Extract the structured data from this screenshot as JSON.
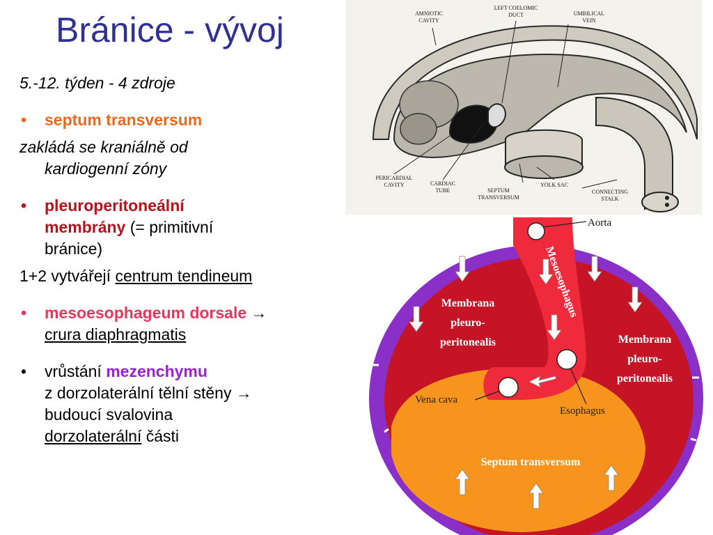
{
  "slide": {
    "title": "Bránice - vývoj",
    "subtitle": "5.-12. týden - 4 zdroje",
    "bullet_symbol": "•",
    "b1": {
      "term": "septum transversum"
    },
    "b1_desc_1": "zakládá se kraniálně od",
    "b1_desc_2": "kardiogenní zóny",
    "b2": {
      "term1": "pleuroperitoneální",
      "term2": "membrány",
      "rest1": " (= primitivní",
      "rest2": "bránice)"
    },
    "line_12_pre": "1+2 vytvářejí ",
    "line_12_link": "centrum tendineum",
    "b3": {
      "term": "mesoesophageum dorsale",
      "arrow": " →",
      "link": "crura diaphragmatis"
    },
    "b4": {
      "pre": "vrůstání ",
      "term": "mezenchymu",
      "line2": "z dorzolaterální tělní stěny →",
      "line3": "budoucí svalovina",
      "line4_link": "dorzolaterální",
      "line4_rest": " části"
    }
  },
  "figure_embryo": {
    "labels": {
      "amniotic": [
        "AMNIOTIC",
        "CAVITY"
      ],
      "coelomic": [
        "LEFT COELOMIC",
        "DUCT"
      ],
      "umbilical": [
        "UMBILICAL",
        "VEIN"
      ],
      "pericardial": [
        "PERICARDIAL",
        "CAVITY"
      ],
      "cardiac": [
        "CARDIAC",
        "TUBE"
      ],
      "septum": [
        "SEPTUM",
        "TRANSVERSUM"
      ],
      "yolk": [
        "YOLK SAC"
      ],
      "connecting": [
        "CONNECTING",
        "STALK"
      ]
    }
  },
  "figure_diaphragm": {
    "labels": {
      "aorta": "Aorta",
      "mesoesophagus": "Mesoesophagus",
      "membrana_left": [
        "Membrana",
        "pleuro-",
        "peritonealis"
      ],
      "membrana_right": [
        "Membrana",
        "pleuro-",
        "peritonealis"
      ],
      "vena_cava": "Vena cava",
      "esophagus": "Esophagus",
      "septum": "Septum transversum"
    },
    "colors": {
      "outer_ring": "#8b2fc9",
      "membrane": "#c41426",
      "mesoesophagus": "#ef2a3b",
      "septum": "#f7941d"
    }
  }
}
